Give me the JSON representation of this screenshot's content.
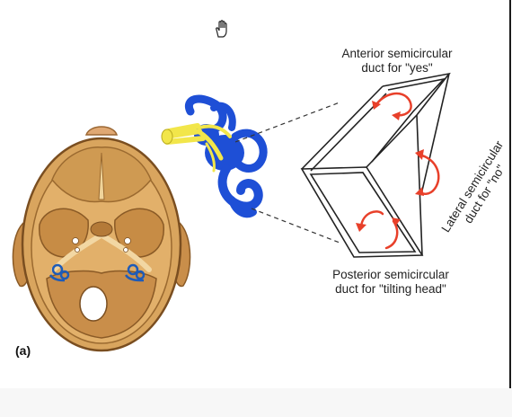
{
  "figure": {
    "panel_label": "(a)",
    "labels": {
      "anterior_line1": "Anterior semicircular",
      "anterior_line2": "duct for \"yes\"",
      "lateral_line1": "Lateral semicircular",
      "lateral_line2": "duct for \"no\"",
      "posterior_line1": "Posterior semicircular",
      "posterior_line2": "duct for \"tilting head\""
    },
    "colors": {
      "bone": "#d9a55e",
      "bone_dark": "#b07b3a",
      "labyrinth_blue": "#1e4fd6",
      "nerve_yellow": "#f2e64a",
      "arrow_red": "#e8402a"
    }
  },
  "cursor": {
    "icon": "hand-pointer-icon"
  }
}
